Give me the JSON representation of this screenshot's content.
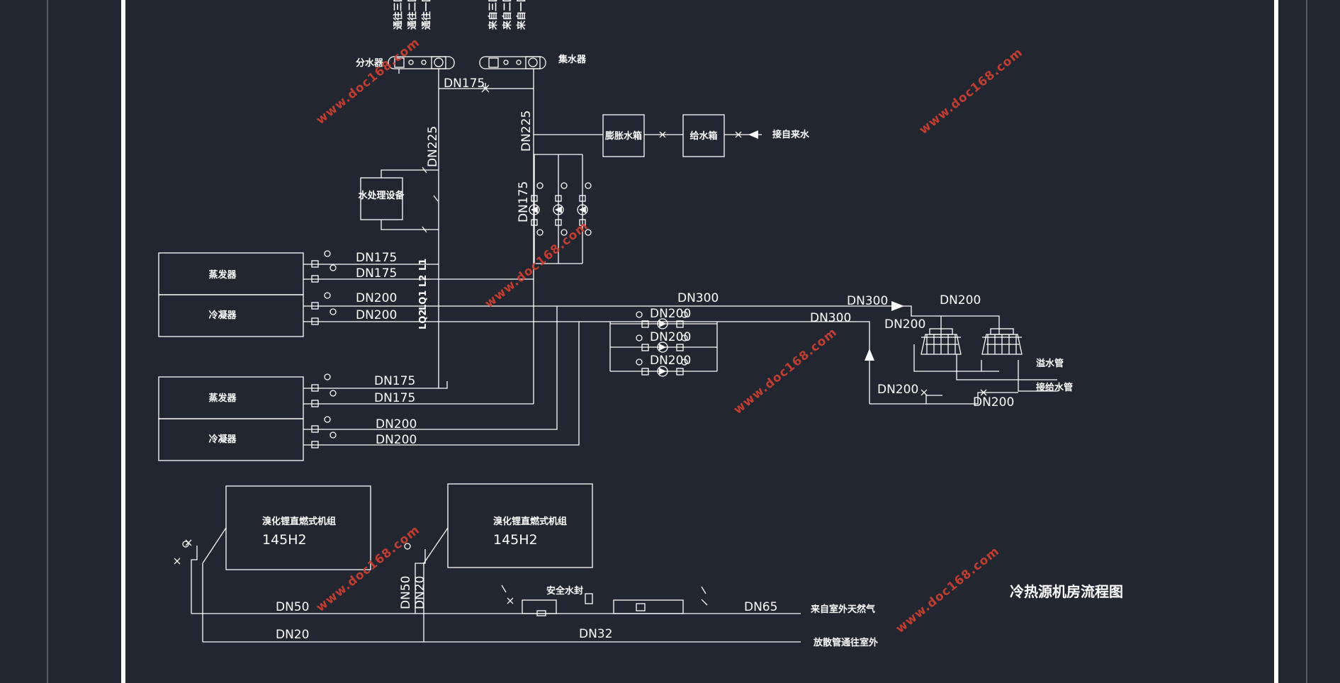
{
  "colors": {
    "background": "#212630",
    "line": "#ffffff",
    "watermark": "#d2402f",
    "frame": "#ffffff"
  },
  "title": "冷热源机房流程图",
  "watermark": "www.doc168.com",
  "distributor": {
    "label": "分水器",
    "outlets": [
      "通往三区",
      "通往二区",
      "通往一区"
    ]
  },
  "collector": {
    "label": "集水器",
    "inlets": [
      "来自三区",
      "来自二区",
      "来自一区"
    ]
  },
  "tanks": {
    "expansion": "膨胀水箱",
    "supply": "给水箱",
    "city_water": "接自来水"
  },
  "water_treatment": "水处理设备",
  "chiller_units": [
    {
      "evaporator": "蒸发器",
      "condenser": "冷凝器"
    },
    {
      "evaporator": "蒸发器",
      "condenser": "冷凝器"
    }
  ],
  "absorption_units": [
    {
      "name": "溴化锂直燃式机组",
      "model": "145H2"
    },
    {
      "name": "溴化锂直燃式机组",
      "model": "145H2"
    }
  ],
  "cooling_tower": {
    "overflow": "溢水管",
    "makeup": "接给水管"
  },
  "gas": {
    "safety_seal": "安全水封",
    "source": "来自室外天然气",
    "vent": "放散管通往室外"
  },
  "pipe_codes": [
    "L1",
    "L2",
    "LQ1",
    "LQ2"
  ],
  "pipe_labels": {
    "header_dn175": "DN175",
    "supply_riser": "DN225",
    "return_riser": "DN225",
    "pump_dn175": "DN175",
    "evap1_supply": "DN175",
    "evap1_return": "DN175",
    "cond1_supply": "DN200",
    "cond1_return": "DN200",
    "evap2_supply": "DN175",
    "evap2_return": "DN175",
    "cond2_supply": "DN200",
    "cond2_return": "DN200",
    "cw_main_1": "DN300",
    "cw_main_2": "DN300",
    "cw_main_3": "DN300",
    "cw_pump": "DN200",
    "tower_in": "DN200",
    "tower_branch": "DN200",
    "tower_out_1": "DN200",
    "tower_out_2": "DN200",
    "gas_dn50": "DN50",
    "gas_dn20": "DN20",
    "gas_dn32": "DN32",
    "gas_dn65": "DN65",
    "gas_v_dn50": "DN50",
    "gas_v_dn20": "DN20"
  }
}
